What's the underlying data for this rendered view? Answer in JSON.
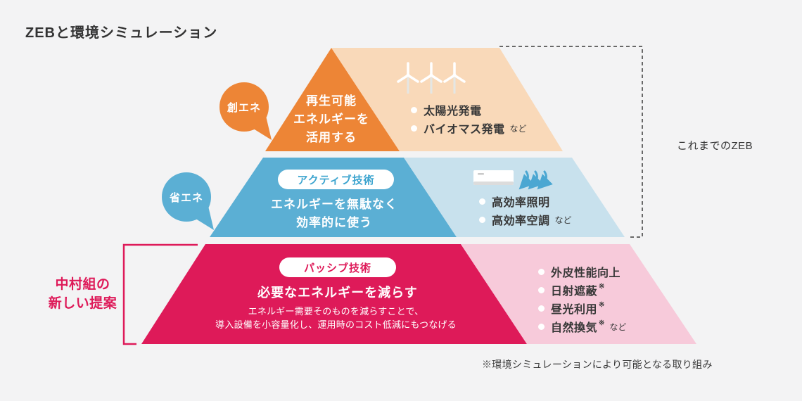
{
  "title": "ZEBと環境シミュレーション",
  "footnote": "※環境シミュレーションにより可能となる取り組み",
  "brackets": {
    "previous_zeb": "これまでのZEB",
    "proposal_line1": "中村組の",
    "proposal_line2": "新しい提案"
  },
  "colors": {
    "background": "#f3f3f4",
    "orange": "#ed8536",
    "peach": "#f9d9b9",
    "blue": "#5bafd4",
    "light_blue": "#c8e1ed",
    "crimson": "#de1a59",
    "pink": "#f7cada",
    "text_dark": "#383838"
  },
  "icons": {
    "layer1": "wind-turbine-icon",
    "layer2": "air-conditioner-icon",
    "layer2_air": "airflow-arrows-icon"
  },
  "pyramid": {
    "layers": [
      {
        "name": "create-energy",
        "bubble": "創エネ",
        "heading_lines": [
          "再生可能",
          "エネルギーを",
          "活用する"
        ],
        "items": [
          {
            "label": "太陽光発電"
          },
          {
            "label": "バイオマス発電",
            "suffix": "など"
          }
        ]
      },
      {
        "name": "save-energy",
        "bubble": "省エネ",
        "pill": "アクティブ技術",
        "heading_lines": [
          "エネルギーを無駄なく",
          "効率的に使う"
        ],
        "items": [
          {
            "label": "高効率照明"
          },
          {
            "label": "高効率空調",
            "suffix": "など"
          }
        ]
      },
      {
        "name": "passive",
        "pill": "パッシブ技術",
        "heading": "必要なエネルギーを減らす",
        "description_lines": [
          "エネルギー需要そのものを減らすことで、",
          "導入設備を小容量化し、運用時のコスト低減にもつなげる"
        ],
        "items": [
          {
            "label": "外皮性能向上"
          },
          {
            "label": "日射遮蔽",
            "note": "※"
          },
          {
            "label": "昼光利用",
            "note": "※"
          },
          {
            "label": "自然換気",
            "note": "※",
            "suffix": "など"
          }
        ]
      }
    ]
  }
}
